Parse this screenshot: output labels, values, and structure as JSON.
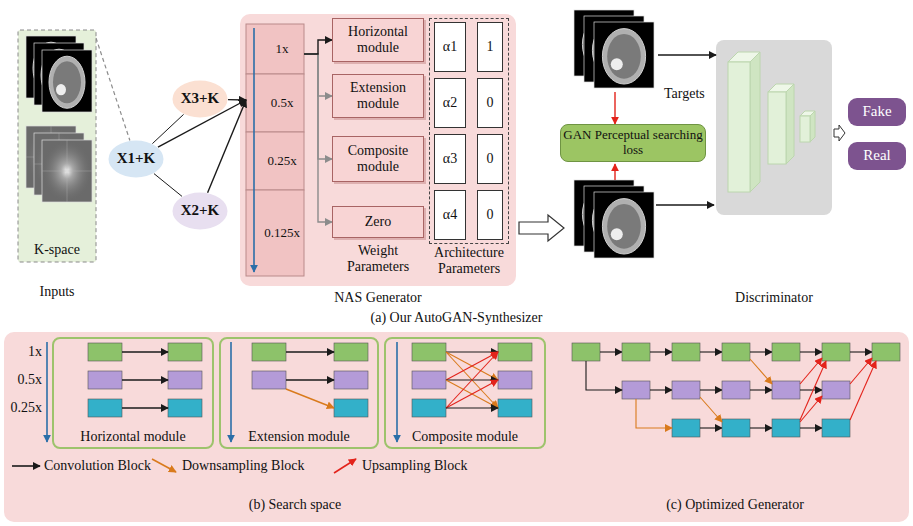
{
  "diagram": {
    "nodes": [
      {
        "text": [
          "Inputs",
          "K-space"
        ]
      },
      {
        "text": [
          "X1+K"
        ]
      },
      {
        "text": [
          "X3+K"
        ]
      },
      {
        "text": [
          "X2+K"
        ]
      },
      {
        "text": [
          "NAS Generator"
        ]
      },
      {
        "text": [
          "1x"
        ],
        "in": 4
      },
      {
        "text": [
          "0.5x"
        ],
        "in": 4
      },
      {
        "text": [
          "0.25x"
        ],
        "in": 4
      },
      {
        "text": [
          "0.125x"
        ],
        "in": 4
      },
      {
        "text": [
          "Horizontal module"
        ],
        "in": 4
      },
      {
        "text": [
          "Extension module"
        ],
        "in": 4
      },
      {
        "text": [
          "Composite module"
        ],
        "in": 4
      },
      {
        "text": [
          "Zero"
        ],
        "in": 4
      },
      {
        "text": [
          "Architecture Parameters"
        ],
        "in": 4
      },
      {
        "text": [
          "α1"
        ],
        "in": 13
      },
      {
        "text": [
          "1"
        ],
        "in": 13
      },
      {
        "text": [
          "α2"
        ],
        "in": 13
      },
      {
        "text": [
          "0"
        ],
        "in": 13
      },
      {
        "text": [
          "α3"
        ],
        "in": 13
      },
      {
        "text": [
          "0"
        ],
        "in": 13
      },
      {
        "text": [
          "α4"
        ],
        "in": 13
      },
      {
        "text": [
          "0"
        ],
        "in": 13
      },
      {
        "text": [
          "Targets"
        ]
      },
      {
        "text": [
          "GAN Perceptual searching loss"
        ]
      },
      {
        "text": [
          "Discriminator"
        ]
      },
      {
        "text": [
          "Fake"
        ]
      },
      {
        "text": [
          "Real"
        ]
      },
      {
        "text": [
          "Horizontal module"
        ]
      },
      {
        "text": [
          "Extension module"
        ]
      },
      {
        "text": [
          "Composite module"
        ]
      }
    ],
    "edges": [
      {
        "from": 0,
        "to": 1,
        "arrow": "none"
      },
      {
        "from": 1,
        "to": 2,
        "arrow": "none"
      },
      {
        "from": 1,
        "to": 3,
        "arrow": "none"
      },
      {
        "from": 1,
        "to": 6,
        "arrow": "to"
      },
      {
        "from": 2,
        "to": 6,
        "arrow": "to"
      },
      {
        "from": 3,
        "to": 6,
        "arrow": "to"
      },
      {
        "from": 5,
        "to": 9,
        "arrow": "to"
      },
      {
        "from": 5,
        "to": 10,
        "arrow": "to"
      },
      {
        "from": 5,
        "to": 11,
        "arrow": "to"
      },
      {
        "from": 5,
        "to": 12,
        "arrow": "to"
      },
      {
        "from": 22,
        "to": 23,
        "arrow": "to"
      },
      {
        "from": 22,
        "to": 24,
        "arrow": "to"
      }
    ],
    "labels": [
      "Weight Parameters",
      "(a) Our AutoGAN-Synthesizer",
      "1x",
      "0.5x",
      "0.25x",
      "(b) Search space",
      "(c) Optimized Generator"
    ],
    "legend": [
      {
        "text": "Convolution Block"
      },
      {
        "text": "Downsampling Block"
      },
      {
        "text": "Upsampling Block"
      }
    ]
  }
}
